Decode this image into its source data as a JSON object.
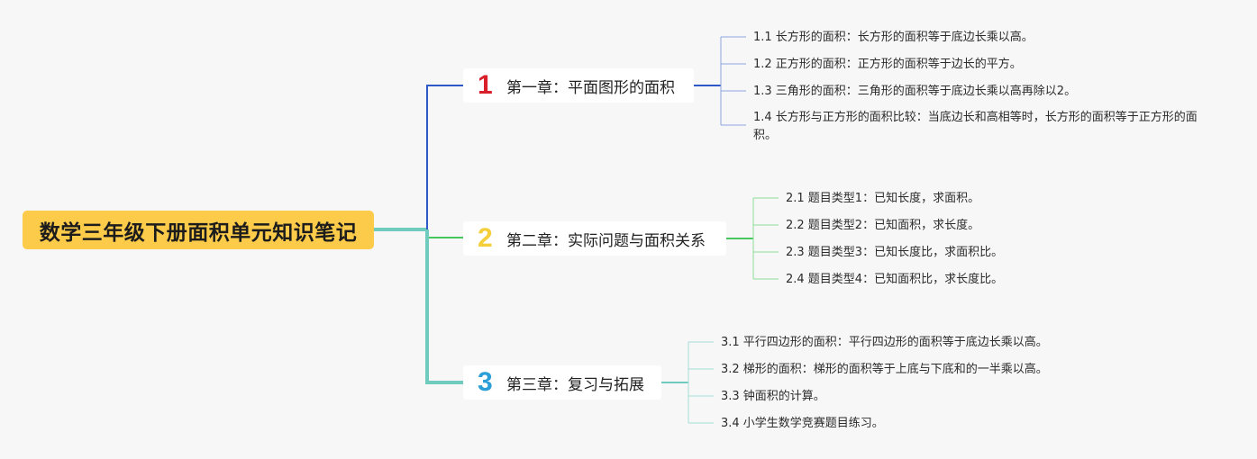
{
  "root": {
    "title": "数学三年级下册面积单元知识笔记"
  },
  "chapters": [
    {
      "num": "1",
      "title": "第一章：平面图形的面积",
      "items": [
        "1.1 长方形的面积：长方形的面积等于底边长乘以高。",
        "1.2 正方形的面积：正方形的面积等于边长的平方。",
        "1.3 三角形的面积：三角形的面积等于底边长乘以高再除以2。",
        "1.4 长方形与正方形的面积比较：当底边长和高相等时，长方形的面积等于正方形的面积。"
      ]
    },
    {
      "num": "2",
      "title": "第二章：实际问题与面积关系",
      "items": [
        "2.1 题目类型1：已知长度，求面积。",
        "2.2 题目类型2：已知面积，求长度。",
        "2.3 题目类型3：已知长度比，求面积比。",
        "2.4 题目类型4：已知面积比，求长度比。"
      ]
    },
    {
      "num": "3",
      "title": "第三章：复习与拓展",
      "items": [
        "3.1 平行四边形的面积：平行四边形的面积等于底边长乘以高。",
        "3.2 梯形的面积：梯形的面积等于上底与下底和的一半乘以高。",
        "3.3 钟面积的计算。",
        "3.4 小学生数学竞赛题目练习。"
      ]
    }
  ],
  "colors": {
    "background": "#f7f7f7",
    "root_fill": "#fccb4a",
    "chapter1": "#2e57c7",
    "chapter2": "#46c85f",
    "chapter3": "#6fcbbe",
    "leaf1": "#8fa6e0",
    "leaf2": "#8cdc96",
    "leaf3": "#a4ddd4",
    "num1": "#d9202a",
    "num2": "#f5cf3b",
    "num3": "#2b9ed8"
  }
}
